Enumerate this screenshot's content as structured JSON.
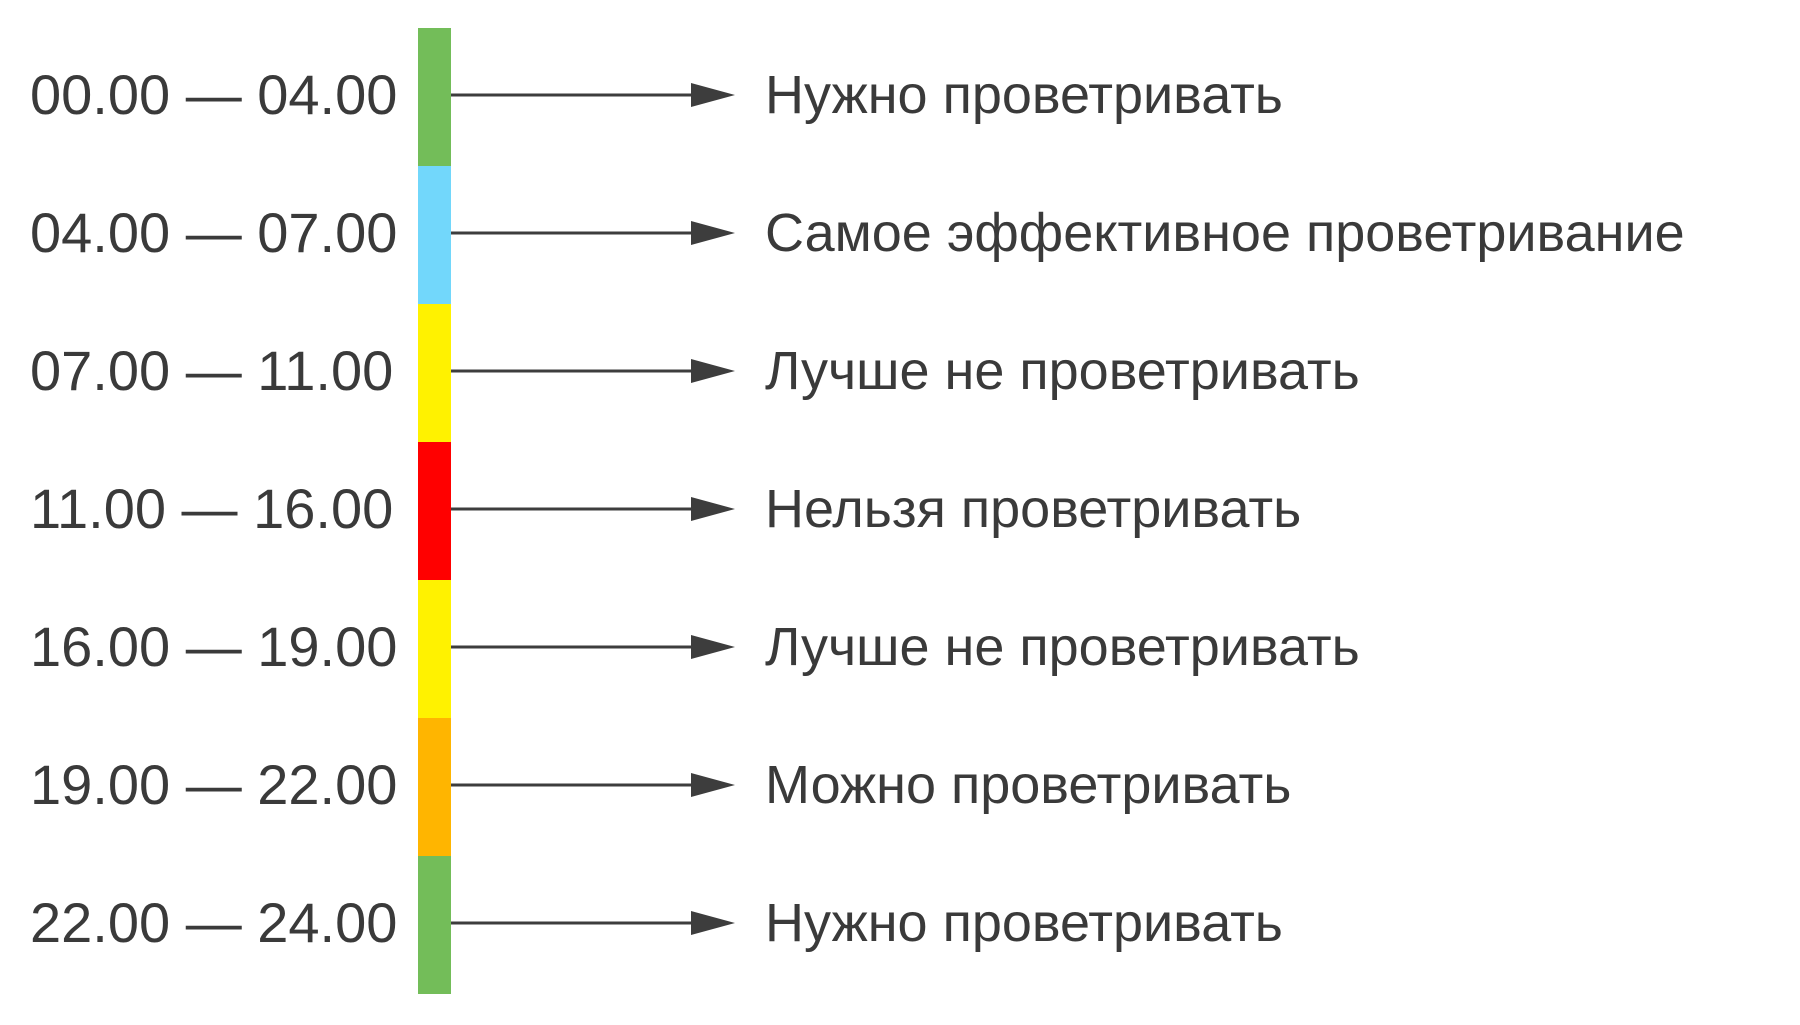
{
  "colors": {
    "green": "#73bd59",
    "light_blue": "#72d7fb",
    "yellow": "#fff200",
    "red": "#ff0000",
    "orange": "#ffb500",
    "text": "#3a3a3a",
    "arrow": "#3d3d3d"
  },
  "rows": [
    {
      "time": "00.00 — 04.00",
      "label": "Нужно проветривать",
      "color": "#73bd59"
    },
    {
      "time": "04.00 — 07.00",
      "label": "Самое эффективное проветривание",
      "color": "#72d7fb"
    },
    {
      "time": "07.00 — 11.00",
      "label": "Лучше не проветривать",
      "color": "#fff200"
    },
    {
      "time": "11.00 — 16.00",
      "label": "Нельзя проветривать",
      "color": "#ff0000"
    },
    {
      "time": "16.00 — 19.00",
      "label": "Лучше не проветривать",
      "color": "#fff200"
    },
    {
      "time": "19.00 — 22.00",
      "label": "Можно проветривать",
      "color": "#ffb500"
    },
    {
      "time": "22.00 — 24.00",
      "label": "Нужно проветривать",
      "color": "#73bd59"
    }
  ]
}
